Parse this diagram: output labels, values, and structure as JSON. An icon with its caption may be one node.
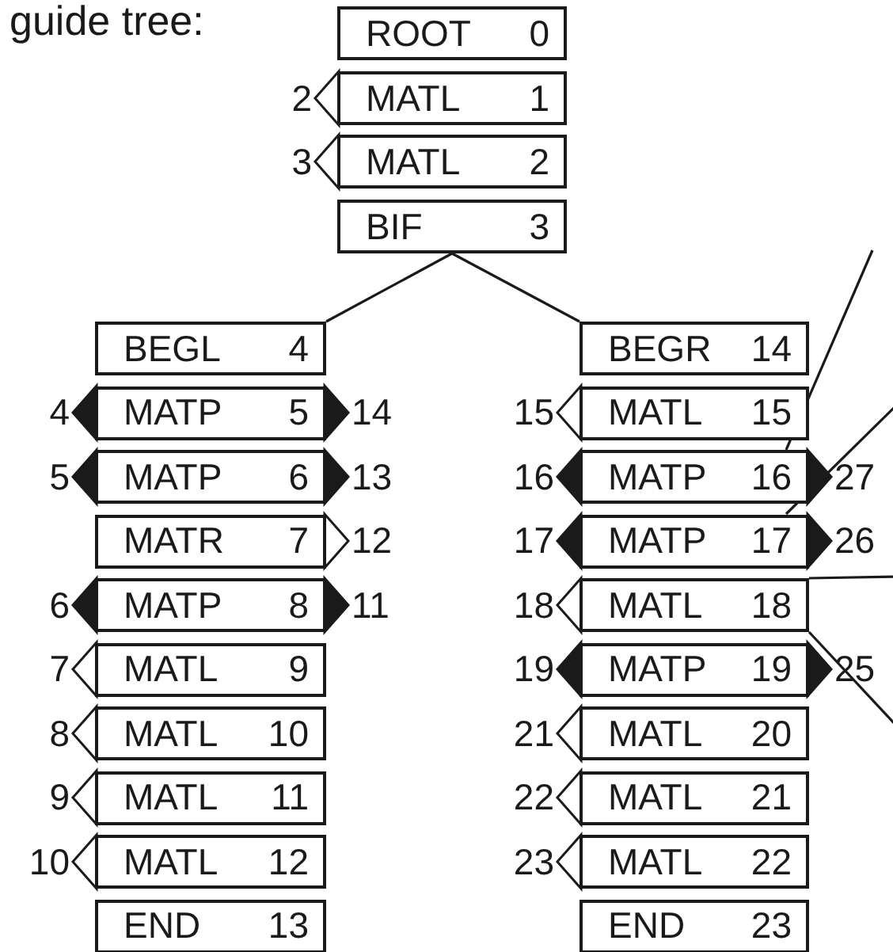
{
  "diagram": {
    "title": "guide tree:",
    "nodes": [
      {
        "text": [
          "ROOT",
          "0"
        ]
      },
      {
        "text": [
          "MATL",
          "1"
        ],
        "beside": [
          "2"
        ]
      },
      {
        "text": [
          "MATL",
          "2"
        ],
        "beside": [
          "3"
        ]
      },
      {
        "text": [
          "BIF",
          "3"
        ]
      },
      {
        "text": [
          "BEGL",
          "4"
        ]
      },
      {
        "text": [
          "MATP",
          "5"
        ],
        "beside": [
          "4",
          "14"
        ]
      },
      {
        "text": [
          "MATP",
          "6"
        ],
        "beside": [
          "5",
          "13"
        ]
      },
      {
        "text": [
          "MATR",
          "7"
        ],
        "beside": [
          "12"
        ]
      },
      {
        "text": [
          "MATP",
          "8"
        ],
        "beside": [
          "6",
          "11"
        ]
      },
      {
        "text": [
          "MATL",
          "9"
        ],
        "beside": [
          "7"
        ]
      },
      {
        "text": [
          "MATL",
          "10"
        ],
        "beside": [
          "8"
        ]
      },
      {
        "text": [
          "MATL",
          "11"
        ],
        "beside": [
          "9"
        ]
      },
      {
        "text": [
          "MATL",
          "12"
        ],
        "beside": [
          "10"
        ]
      },
      {
        "text": [
          "END",
          "13"
        ]
      },
      {
        "text": [
          "BEGR",
          "14"
        ]
      },
      {
        "text": [
          "MATL",
          "15"
        ],
        "beside": [
          "15"
        ]
      },
      {
        "text": [
          "MATP",
          "16"
        ],
        "beside": [
          "16",
          "27"
        ]
      },
      {
        "text": [
          "MATP",
          "17"
        ],
        "beside": [
          "17",
          "26"
        ]
      },
      {
        "text": [
          "MATL",
          "18"
        ],
        "beside": [
          "18"
        ]
      },
      {
        "text": [
          "MATP",
          "19"
        ],
        "beside": [
          "19",
          "25"
        ]
      },
      {
        "text": [
          "MATL",
          "20"
        ],
        "beside": [
          "21"
        ]
      },
      {
        "text": [
          "MATL",
          "21"
        ],
        "beside": [
          "22"
        ]
      },
      {
        "text": [
          "MATL",
          "22"
        ],
        "beside": [
          "23"
        ]
      },
      {
        "text": [
          "END",
          "23"
        ]
      }
    ],
    "edges": [
      {
        "from": 3,
        "to": 4,
        "arrow": "none"
      },
      {
        "from": 3,
        "to": 14,
        "arrow": "none"
      },
      {
        "from": 16,
        "to": null,
        "arrow": "none"
      },
      {
        "from": 17,
        "to": null,
        "arrow": "none"
      },
      {
        "from": 18,
        "to": null,
        "arrow": "none"
      },
      {
        "from": 18,
        "to": null,
        "arrow": "none"
      }
    ]
  }
}
